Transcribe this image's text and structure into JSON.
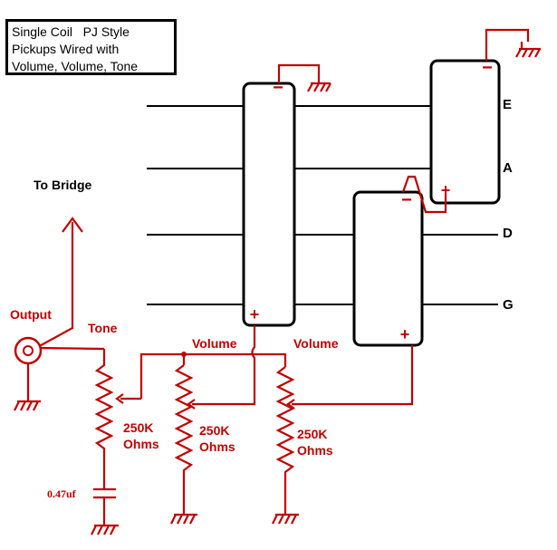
{
  "title": {
    "lines": [
      "Single Coil   PJ Style",
      "Pickups Wired with",
      "Volume, Volume, Tone"
    ]
  },
  "strings": [
    "E",
    "A",
    "D",
    "G"
  ],
  "labels": {
    "to_bridge": "To Bridge",
    "output": "Output",
    "tone": "Tone",
    "volume_1": "Volume",
    "volume_2": "Volume",
    "pot_1_value": "250K\nOhms",
    "pot_2_value": "250K\nOhms",
    "pot_3_value": "250K\nOhms",
    "capacitor": "0.47uf"
  },
  "pickup_polarity": {
    "negative": "−",
    "positive": "+"
  },
  "colors": {
    "wire": "#c00000",
    "string": "#000000",
    "background": "#ffffff"
  }
}
